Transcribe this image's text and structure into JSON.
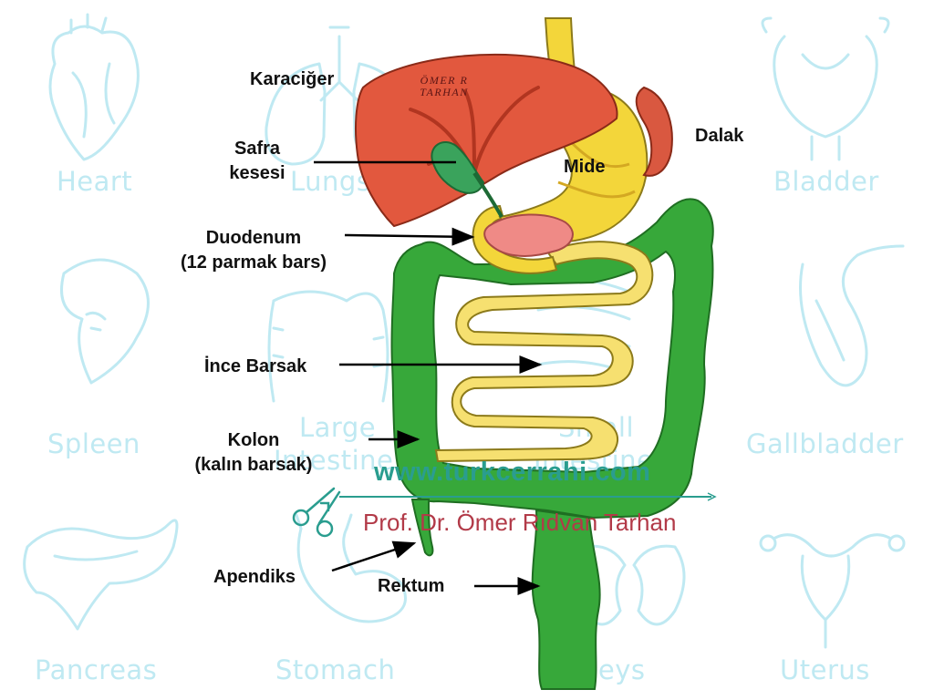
{
  "watermark": {
    "heart": "Heart",
    "lungs": "Lungs",
    "bladder": "Bladder",
    "spleen": "Spleen",
    "large_intestine_1": "Large",
    "large_intestine_2": "Intestine",
    "small_intestine_1": "Small",
    "small_intestine_2": "Intestine",
    "gallbladder": "Gallbladder",
    "pancreas": "Pancreas",
    "stomach": "Stomach",
    "kidneys": "Kidneys",
    "uterus": "Uterus"
  },
  "labels": {
    "karaciger": "Karaciğer",
    "safra_1": "Safra",
    "safra_2": "kesesi",
    "duodenum_1": "Duodenum",
    "duodenum_2": "(12 parmak bars)",
    "ince_barsak": "İnce Barsak",
    "kolon_1": "Kolon",
    "kolon_2": "(kalın barsak)",
    "apendiks": "Apendiks",
    "rektum": "Rektum",
    "mide": "Mide",
    "dalak": "Dalak"
  },
  "stamp": {
    "line1": "ÖMER R",
    "line2": "TARHAN"
  },
  "site": {
    "url": "www.turkcerrahi.com",
    "author": "Prof. Dr. Ömer Rıdvan Tarhan"
  },
  "colors": {
    "watermark": "#bfe9f2",
    "liver": "#e2583e",
    "stomach": "#f3d63a",
    "small_intestine": "#f6e070",
    "colon": "#37a83a",
    "gallbladder": "#3aa35c",
    "pancreas": "#ef8a86",
    "brand_teal": "#2a9d8f",
    "brand_red": "#b23a48"
  }
}
